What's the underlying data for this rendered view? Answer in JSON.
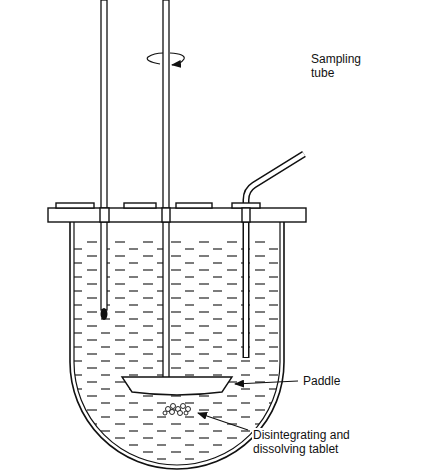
{
  "diagram": {
    "labels": [
      "Sampling tube",
      "Paddle",
      "Disintegrating and dissolving tablet"
    ]
  }
}
